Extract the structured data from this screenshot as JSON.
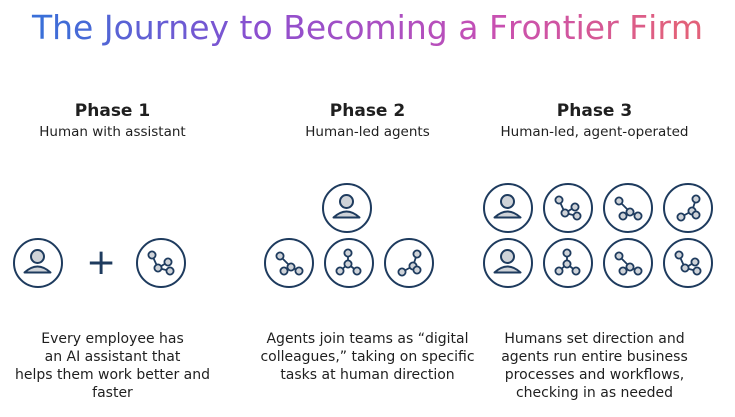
{
  "title": {
    "text": "The Journey to Becoming a Frontier Firm",
    "gradient": [
      "#3a6fd8",
      "#8a4fd0",
      "#c74fb4",
      "#e2617a"
    ]
  },
  "icon_color": "#1e3b5e",
  "phases": [
    {
      "heading": "Phase 1",
      "subtitle": "Human with assistant",
      "plus": "+",
      "description": [
        "Every employee has",
        "an AI assistant that",
        "helps them work better and",
        "faster"
      ],
      "icons": [
        "person-icon",
        "agent-network-icon"
      ]
    },
    {
      "heading": "Phase 2",
      "subtitle": "Human-led agents",
      "description": [
        "Agents join teams as “digital",
        "colleagues,” taking on specific",
        "tasks at human direction"
      ],
      "icons": [
        "person-icon",
        "agent-network-icon",
        "agent-network-icon",
        "agent-network-icon"
      ]
    },
    {
      "heading": "Phase 3",
      "subtitle": "Human-led, agent-operated",
      "description": [
        "Humans set direction and",
        "agents run entire business",
        "processes and workflows,",
        "checking in as needed"
      ],
      "icons": [
        "person-icon",
        "agent-network-icon",
        "agent-network-icon",
        "agent-network-icon",
        "person-icon",
        "agent-network-icon",
        "agent-network-icon",
        "agent-network-icon"
      ]
    }
  ]
}
